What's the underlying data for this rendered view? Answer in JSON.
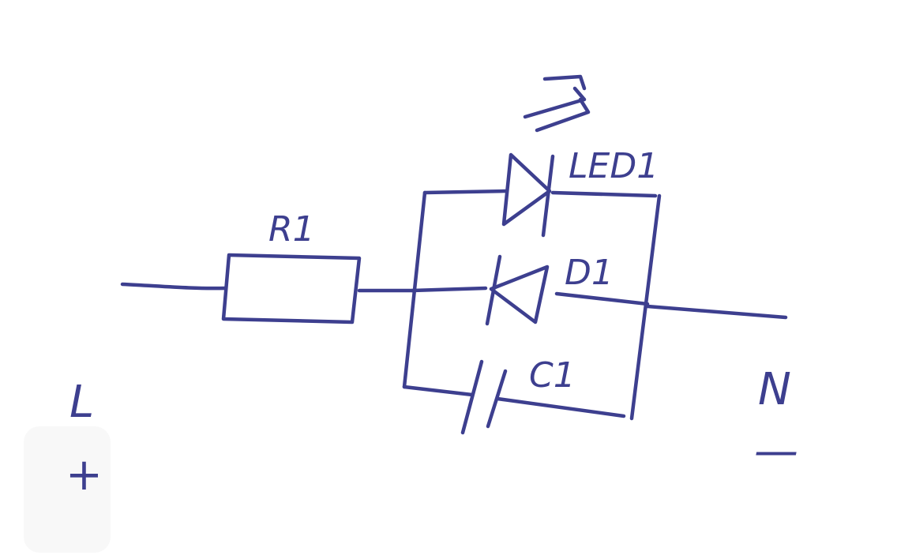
{
  "diagram": {
    "type": "hand-drawn circuit schematic",
    "ink_color": "#3d3f8f",
    "paper_color": "#ffffff",
    "labels": {
      "resistor": "R1",
      "led": "LED1",
      "diode": "D1",
      "capacitor": "C1",
      "line_terminal": "L",
      "neutral_terminal": "N",
      "plus_sign": "+",
      "minus_sign": "—"
    }
  }
}
